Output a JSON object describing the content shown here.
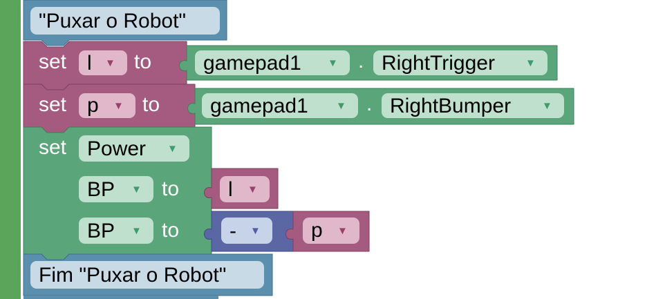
{
  "comment_top": "\"Puxar o Robot\"",
  "comment_bottom": "Fim \"Puxar o Robot\"",
  "keywords": {
    "set": "set",
    "to": "to",
    "dot": "."
  },
  "row1": {
    "variable": "l",
    "object": "gamepad1",
    "property": "RightTrigger"
  },
  "row2": {
    "variable": "p",
    "object": "gamepad1",
    "property": "RightBumper"
  },
  "power_block": {
    "property": "Power",
    "motor1": "BP",
    "value1_variable": "l",
    "motor2": "BP",
    "operator": "-",
    "value2_variable": "p"
  },
  "colors": {
    "workspace_bar": "#5ba55b",
    "comment_block": "#5b8fae",
    "variable_block": "#a55b80",
    "gamepad_block": "#5ba57a",
    "math_block": "#5b67a5"
  }
}
